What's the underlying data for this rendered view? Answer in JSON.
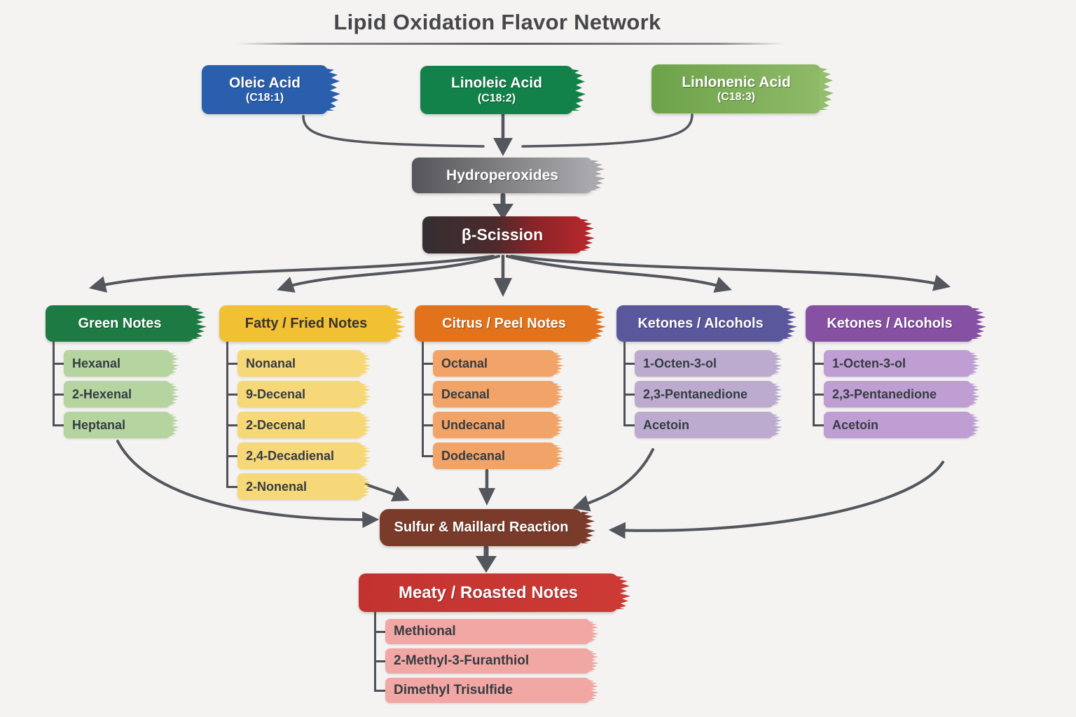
{
  "title": "Lipid Oxidation Flavor Network",
  "acids": [
    {
      "name": "Oleic Acid",
      "carbon": "(C18:1)",
      "color": "#2a5fae"
    },
    {
      "name": "Linoleic Acid",
      "carbon": "(C18:2)",
      "color": "#12824a"
    },
    {
      "name": "Linlonenic Acid",
      "carbon": "(C18:3)",
      "color": "#7fae55"
    }
  ],
  "intermediates": {
    "hydroperoxides": "Hydroperoxides",
    "beta_scission": "β-Scission"
  },
  "columns": [
    {
      "header": "Green Notes",
      "color": "#1d7a43",
      "item_color": "#b6d49f",
      "items": [
        "Hexanal",
        "2-Hexenal",
        "Heptanal"
      ]
    },
    {
      "header": "Fatty / Fried Notes",
      "color": "#f2c033",
      "item_color": "#f7d878",
      "items": [
        "Nonanal",
        "9-Decenal",
        "2-Decenal",
        "2,4-Decadienal",
        "2-Nonenal"
      ]
    },
    {
      "header": "Citrus / Peel Notes",
      "color": "#e2731c",
      "item_color": "#f2a367",
      "items": [
        "Octanal",
        "Decanal",
        "Undecanal",
        "Dodecanal"
      ]
    },
    {
      "header": "Ketones / Alcohols",
      "color": "#5b579c",
      "item_color": "#bcabcf",
      "items": [
        "1-Octen-3-ol",
        "2,3-Pentanedione",
        "Acetoin"
      ]
    },
    {
      "header": "Ketones / Alcohols",
      "color": "#8650a3",
      "item_color": "#bf9ed3",
      "items": [
        "1-Octen-3-ol",
        "2,3-Pentanedione",
        "Acetoin"
      ]
    }
  ],
  "sulfur_maillard": {
    "label": "Sulfur & Maillard Reaction",
    "color": "#7a3b2a"
  },
  "meaty": {
    "header": "Meaty / Roasted Notes",
    "color": "#c7342f",
    "item_color": "#f1a7a4",
    "items": [
      "Methional",
      "2-Methyl-3-Furanthiol",
      "Dimethyl Trisulfide"
    ]
  },
  "background_color": "#f4f3f2",
  "arrow_color": "#53565c"
}
